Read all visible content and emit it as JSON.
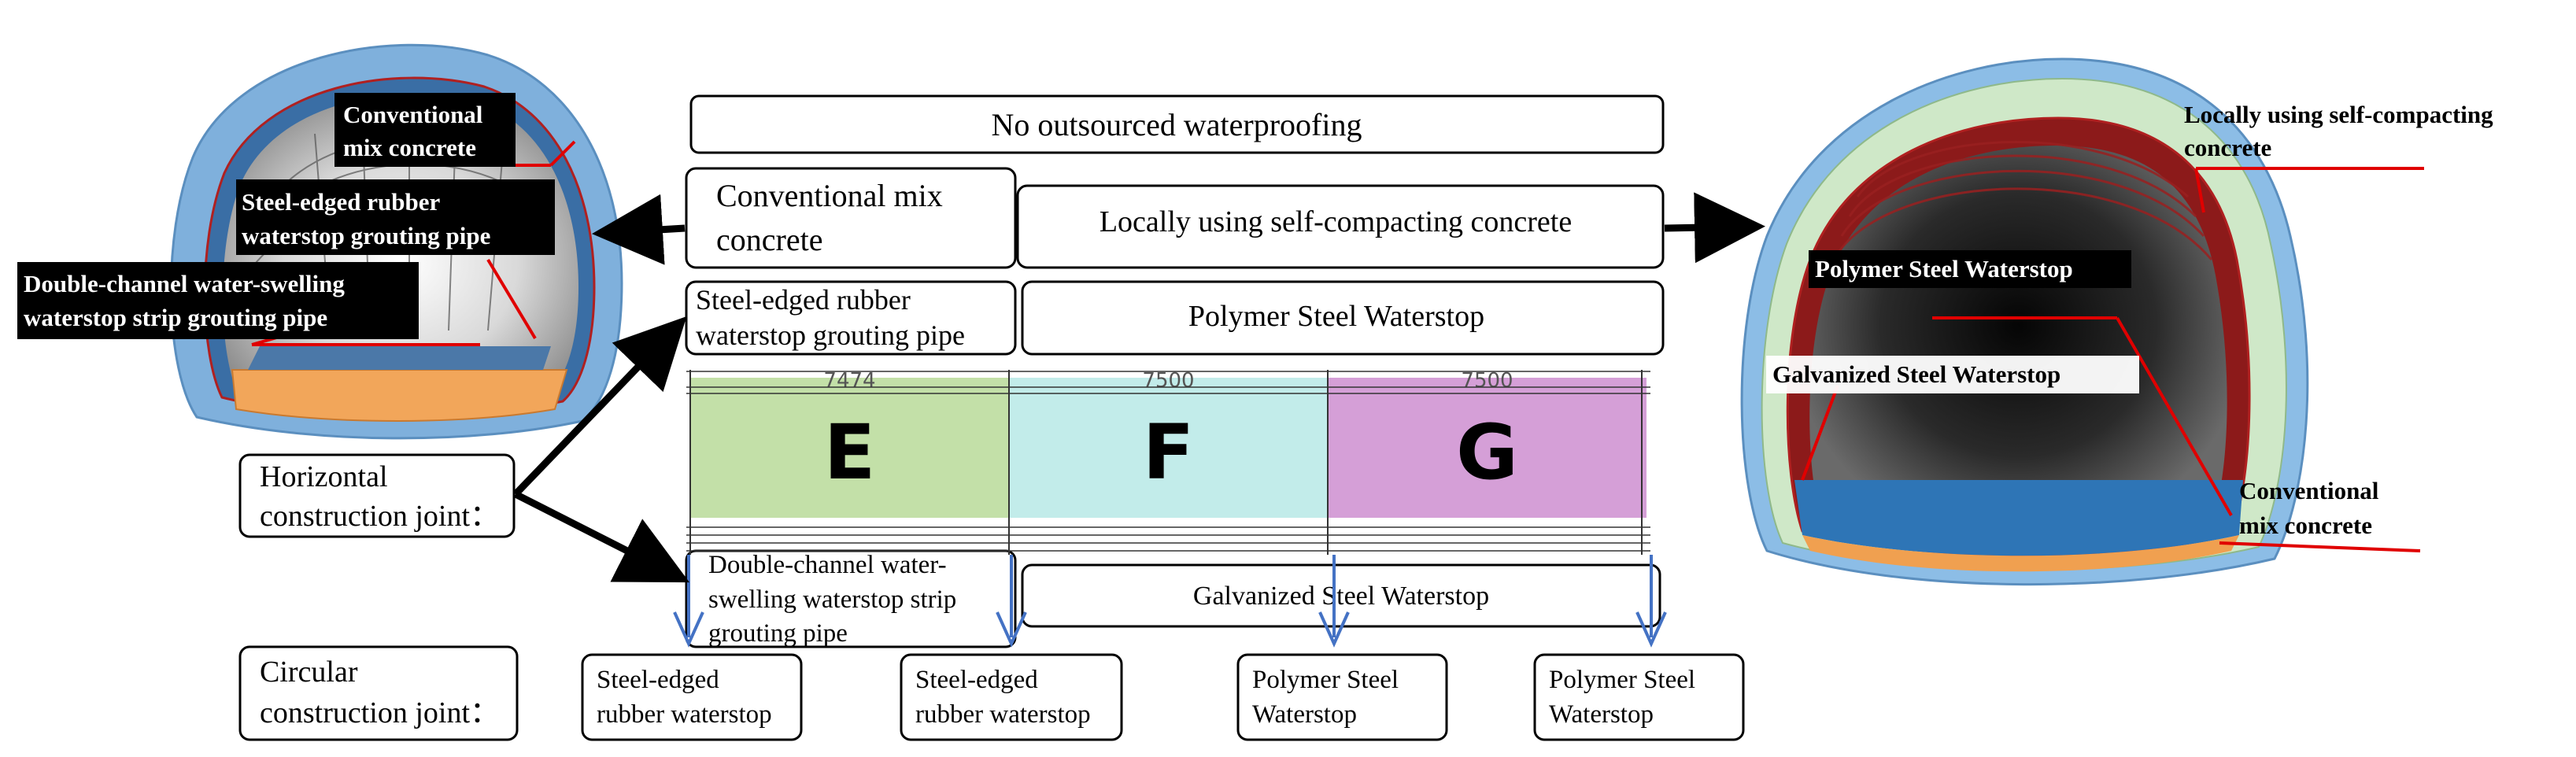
{
  "top_banner": "No outsourced waterproofing",
  "horizontal_row": {
    "left_box": [
      "Conventional mix",
      "concrete"
    ],
    "right_box": "Locally using self-compacting concrete"
  },
  "waterstop_row": {
    "left_box": [
      "Steel-edged rubber",
      "waterstop grouting pipe"
    ],
    "right_box": "Polymer Steel Waterstop"
  },
  "segments": [
    {
      "letter": "E",
      "length": "7474",
      "color": "#c3e0a8"
    },
    {
      "letter": "F",
      "length": "7500",
      "color": "#c2ecea"
    },
    {
      "letter": "G",
      "length": "7500",
      "color": "#d59fd7"
    }
  ],
  "bottom_row": {
    "left_box": [
      "Double-channel water-",
      "swelling waterstop strip",
      "grouting pipe"
    ],
    "right_box": "Galvanized Steel Waterstop"
  },
  "side_labels": {
    "horizontal": [
      "Horizontal",
      "construction joint："
    ],
    "circular": [
      "Circular",
      "construction joint："
    ]
  },
  "circular_boxes": [
    [
      "Steel-edged",
      "rubber waterstop"
    ],
    [
      "Steel-edged",
      "rubber waterstop"
    ],
    [
      "Polymer Steel",
      "Waterstop"
    ],
    [
      "Polymer Steel",
      "Waterstop"
    ]
  ],
  "left_tunnel_labels": {
    "concrete": [
      "Conventional",
      "mix concrete"
    ],
    "waterstop": [
      "Steel-edged rubber",
      "waterstop grouting pipe"
    ],
    "strip": [
      "Double-channel water-swelling",
      "waterstop strip grouting pipe"
    ]
  },
  "right_tunnel_labels": {
    "scc": [
      "Locally using self-compacting",
      "concrete"
    ],
    "polymer": "Polymer Steel Waterstop",
    "galvanized": "Galvanized Steel Waterstop",
    "conventional": [
      "Conventional",
      "mix concrete"
    ]
  },
  "colors": {
    "arrow_blue": "#4472c4",
    "leader_red": "#e00000",
    "tunnel_blue": "#7fb0dc",
    "tunnel_green": "#cfe8c8",
    "tunnel_orange": "#f0a050",
    "invert_blue": "#2e75b6"
  }
}
